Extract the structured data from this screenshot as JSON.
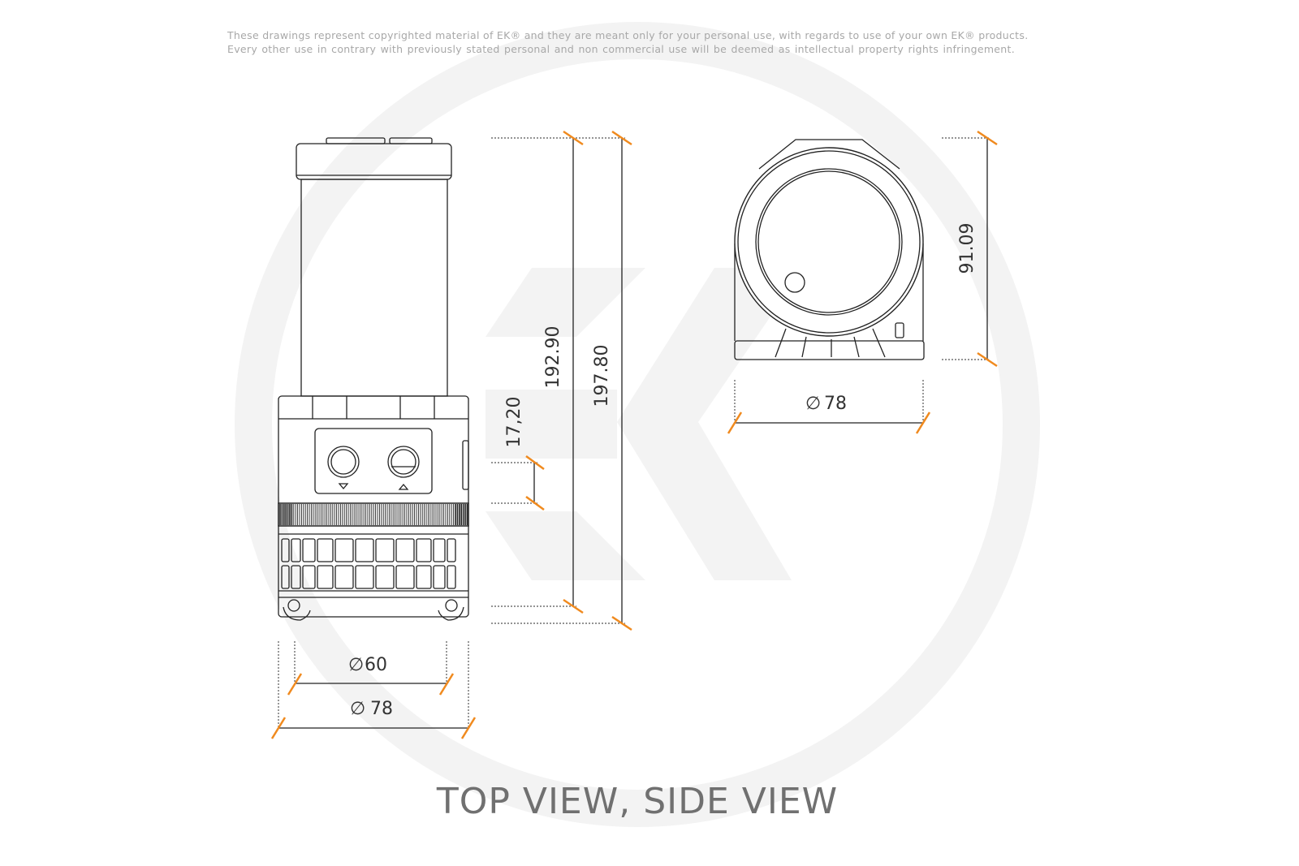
{
  "copyright": {
    "line1": "These drawings represent copyrighted material of EK® and they are meant only for your personal use, with regards to use of  your own EK® products.",
    "line2": "Every other use in contrary with previously stated personal and non commercial use will be deemed as intellectual property rights infringement."
  },
  "watermark": {
    "logo": "EK",
    "color": "#f3f3f3"
  },
  "dimensions": {
    "height_body": "192.90",
    "height_total": "197.80",
    "port_offset": "17,20",
    "side_height": "91.09",
    "side_diameter": "78",
    "top_inner_diameter": "60",
    "top_outer_diameter": "78"
  },
  "colors": {
    "dimension_tick": "#f08a1e",
    "line": "#222222",
    "title": "#707070"
  },
  "title": "TOP VIEW, SIDE VIEW"
}
